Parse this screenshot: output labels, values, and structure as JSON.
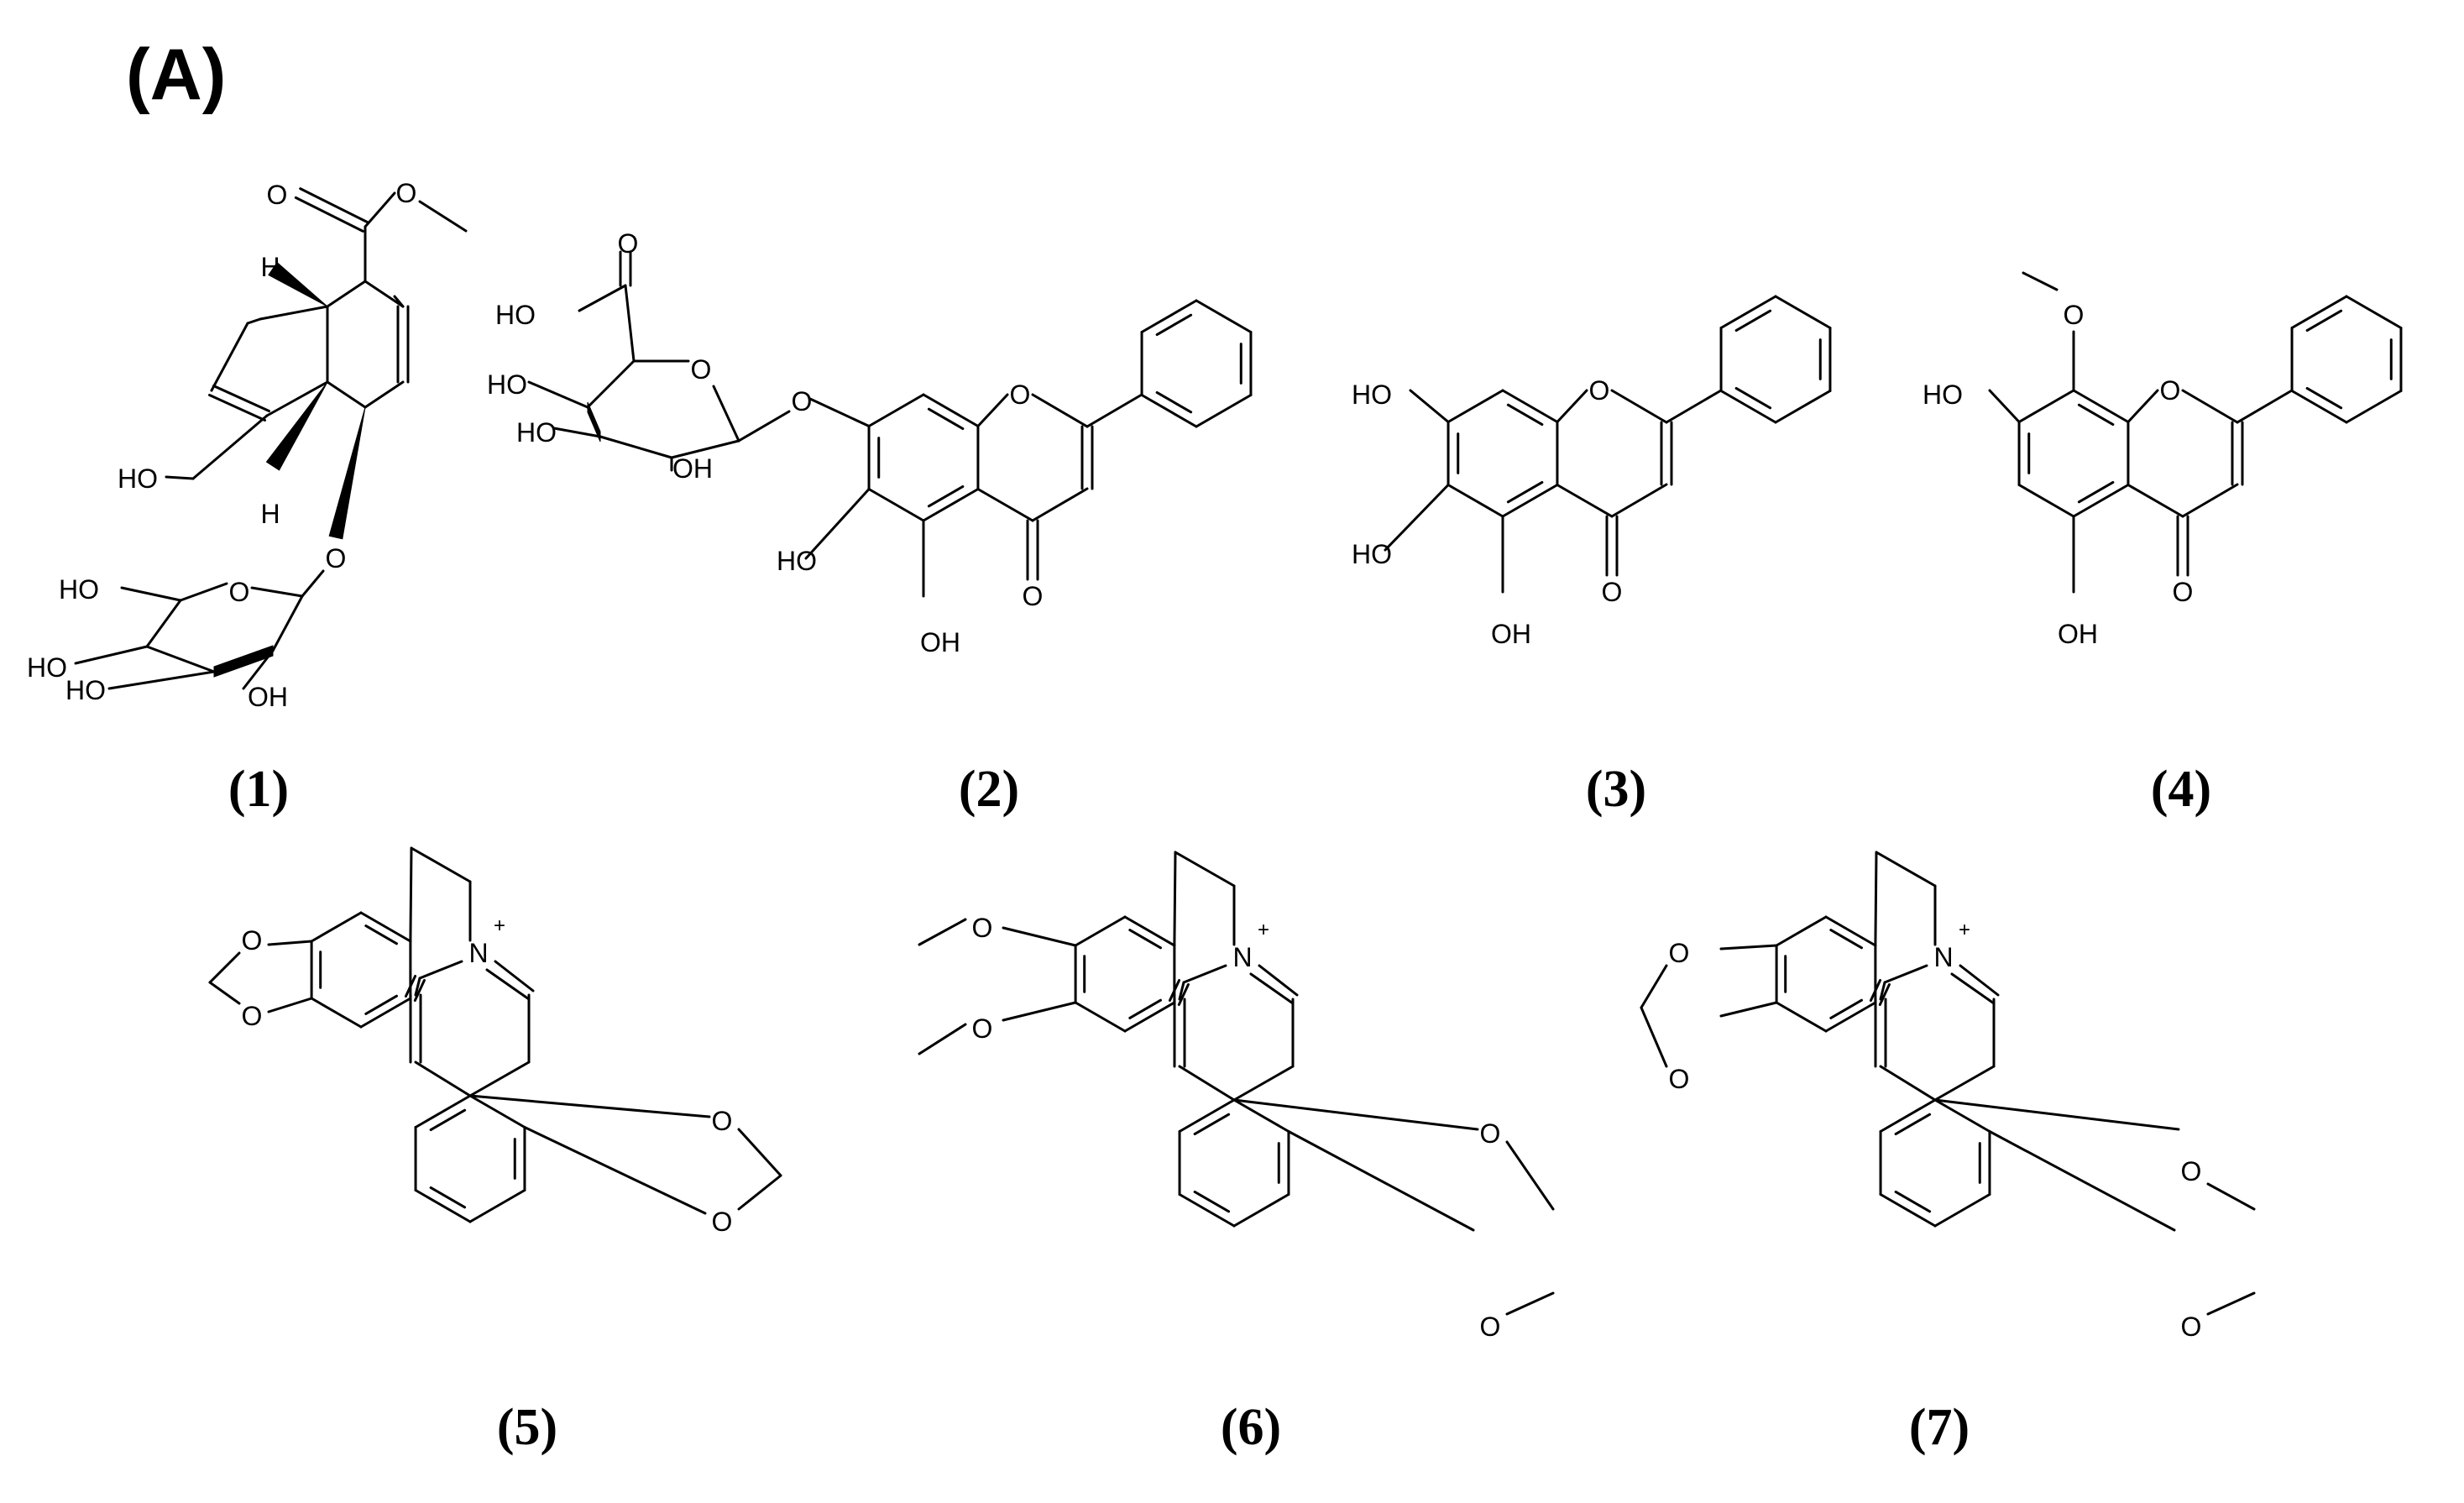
{
  "figure": {
    "panel_label": "(A)"
  },
  "compounds": [
    {
      "label": "(1)"
    },
    {
      "label": "(2)"
    },
    {
      "label": "(3)"
    },
    {
      "label": "(4)"
    },
    {
      "label": "(5)"
    },
    {
      "label": "(6)"
    },
    {
      "label": "(7)"
    }
  ],
  "atom_labels": {
    "O": "O",
    "OH": "OH",
    "HO": "HO",
    "H": "H",
    "N": "N",
    "plus": "+"
  }
}
